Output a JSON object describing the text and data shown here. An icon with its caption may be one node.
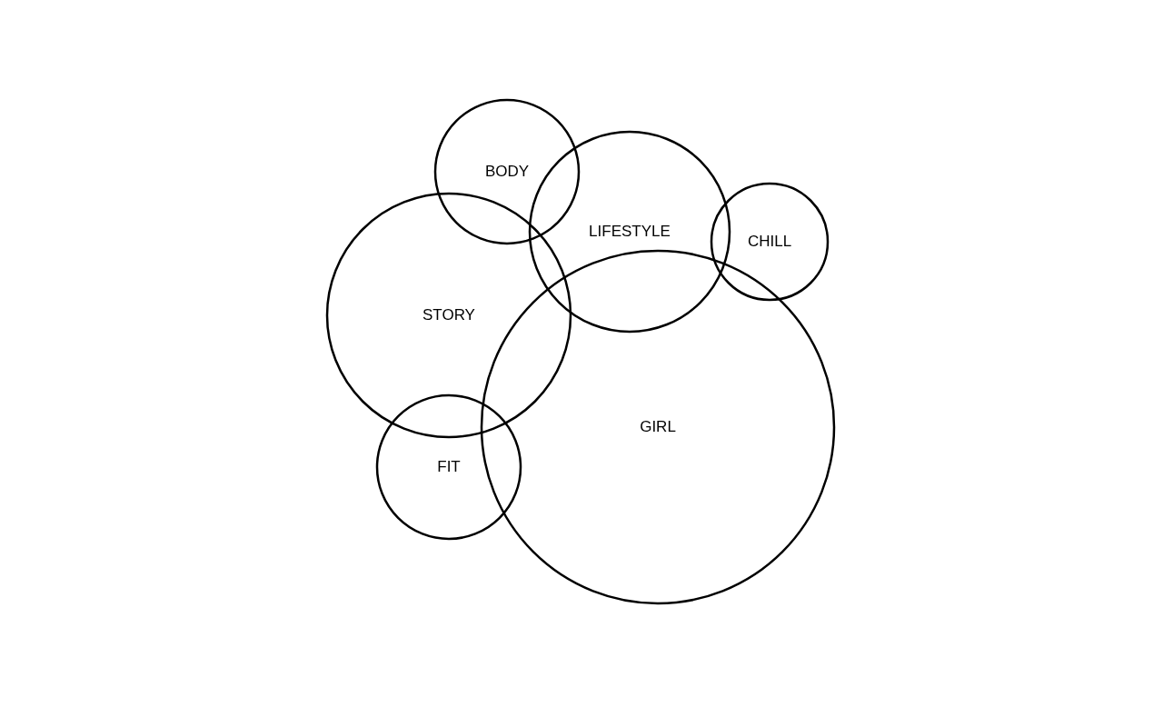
{
  "diagram": {
    "nodes": [
      {
        "text": [
          "BODY"
        ]
      },
      {
        "text": [
          "LIFESTYLE"
        ]
      },
      {
        "text": [
          "CHILL"
        ]
      },
      {
        "text": [
          "STORY"
        ]
      },
      {
        "text": [
          "GIRL"
        ]
      },
      {
        "text": [
          "FIT"
        ]
      }
    ]
  }
}
